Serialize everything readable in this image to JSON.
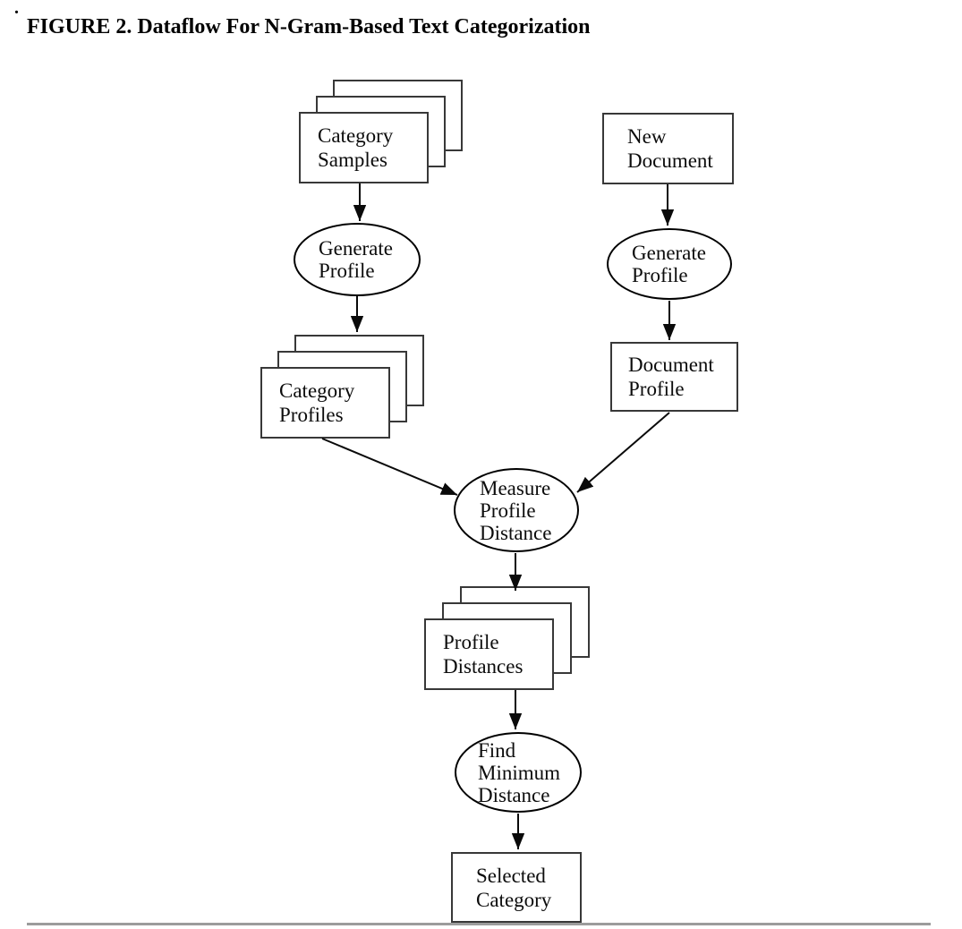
{
  "figure": {
    "stray_dot": ".",
    "title": "FIGURE 2. Dataflow For N-Gram-Based Text Categorization"
  },
  "nodes": {
    "category_samples": {
      "label": "Category\nSamples",
      "shape": "stacked-rectangles"
    },
    "generate_profile_left": {
      "label": "Generate\nProfile",
      "shape": "ellipse"
    },
    "category_profiles": {
      "label": "Category\nProfiles",
      "shape": "stacked-rectangles"
    },
    "new_document": {
      "label": "New\nDocument",
      "shape": "rectangle"
    },
    "generate_profile_right": {
      "label": "Generate\nProfile",
      "shape": "ellipse"
    },
    "document_profile": {
      "label": "Document\nProfile",
      "shape": "rectangle"
    },
    "measure_profile_distance": {
      "label": "Measure\nProfile\nDistance",
      "shape": "ellipse"
    },
    "profile_distances": {
      "label": "Profile\nDistances",
      "shape": "stacked-rectangles"
    },
    "find_minimum_distance": {
      "label": "Find\nMinimum\nDistance",
      "shape": "ellipse"
    },
    "selected_category": {
      "label": "Selected\nCategory",
      "shape": "rectangle"
    }
  },
  "edges": [
    {
      "from": "category_samples",
      "to": "generate_profile_left"
    },
    {
      "from": "generate_profile_left",
      "to": "category_profiles"
    },
    {
      "from": "new_document",
      "to": "generate_profile_right"
    },
    {
      "from": "generate_profile_right",
      "to": "document_profile"
    },
    {
      "from": "category_profiles",
      "to": "measure_profile_distance"
    },
    {
      "from": "document_profile",
      "to": "measure_profile_distance"
    },
    {
      "from": "measure_profile_distance",
      "to": "profile_distances"
    },
    {
      "from": "profile_distances",
      "to": "find_minimum_distance"
    },
    {
      "from": "find_minimum_distance",
      "to": "selected_category"
    }
  ],
  "colors": {
    "ink": "#0a0a0a",
    "box_border": "#383838",
    "ellipse_border": "#000000",
    "bottom_rule": "#9c9c9c",
    "background": "#ffffff"
  }
}
